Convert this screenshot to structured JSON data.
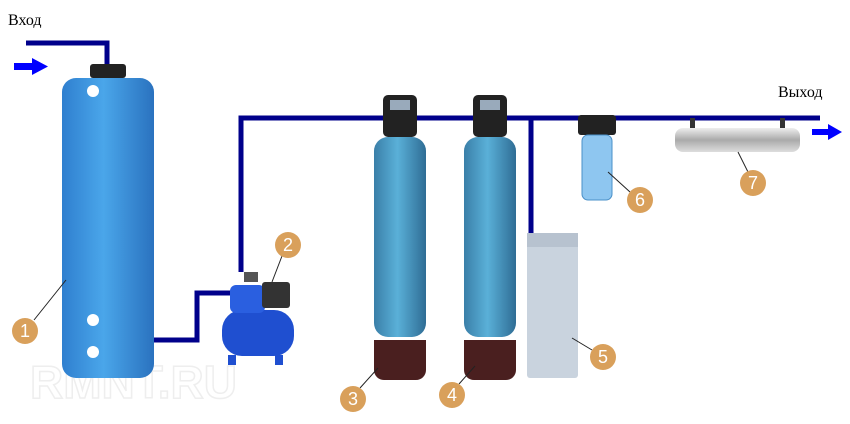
{
  "labels": {
    "input": "Вход",
    "output": "Выход"
  },
  "callouts": [
    "1",
    "2",
    "3",
    "4",
    "5",
    "6",
    "7"
  ],
  "watermark": "RMNT.RU",
  "colors": {
    "pipe": "#00008b",
    "arrow": "#0000ff",
    "tank": "#3a8fd8",
    "callout": "#d9a05b"
  }
}
